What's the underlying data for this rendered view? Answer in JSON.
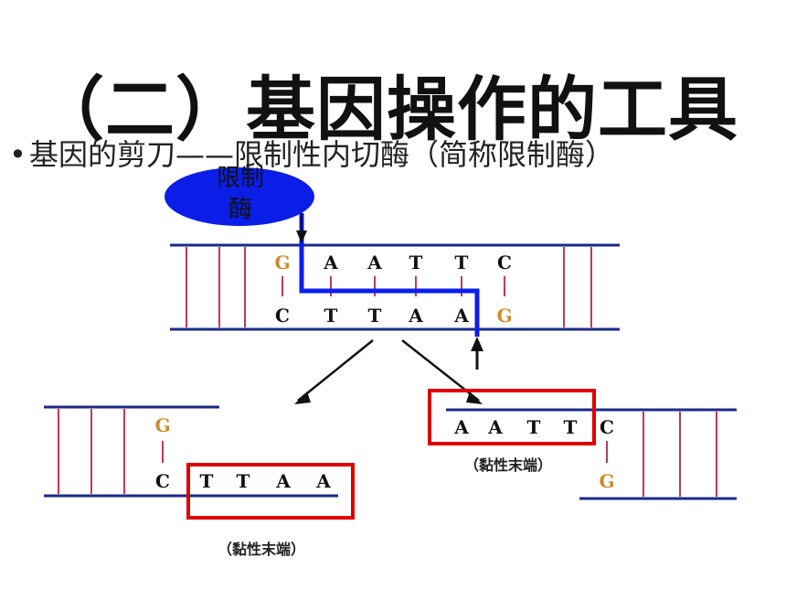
{
  "title": "（二）基因操作的工具",
  "bullet": "基因的剪刀——限制性内切酶（简称限制酶）",
  "enzyme_label_line1": "限制",
  "enzyme_label_line2": "酶",
  "top_strand": [
    "G",
    "A",
    "A",
    "T",
    "T",
    "C"
  ],
  "bottom_strand": [
    "C",
    "T",
    "T",
    "A",
    "A",
    "G"
  ],
  "left_fragment_top": "G",
  "left_fragment_bottom": [
    "C",
    "T",
    "T",
    "A",
    "A"
  ],
  "right_fragment_top": [
    "A",
    "A",
    "T",
    "T",
    "C"
  ],
  "right_fragment_bottom": "G",
  "sticky_end_caption": "（黏性末端）",
  "colors": {
    "backbone": "#1a2a8a",
    "rung": "#c0385a",
    "cut_line": "#0a1ef0",
    "highlight_box": "#e00000",
    "enzyme_fill": "#0a1ee8",
    "cut_base": "#d08a2a"
  }
}
